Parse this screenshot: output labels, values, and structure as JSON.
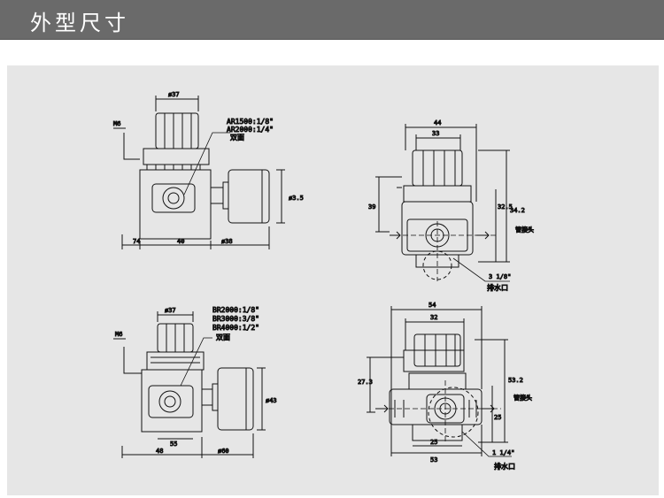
{
  "header": {
    "title": "外型尺寸"
  },
  "diagrams": {
    "tl": {
      "dim_top": "ø37",
      "dim_side": "M6",
      "label_1": "AR1500:1/8\"",
      "label_2": "AR2000:1/4\"",
      "label_3": "双面",
      "dim_right": "ø3.5",
      "dim_bottom_1": "74",
      "dim_bottom_2": "40",
      "dim_bottom_3": "ø38"
    },
    "tr": {
      "dim_top_1": "44",
      "dim_top_2": "33",
      "dim_left": "39",
      "dim_right_1": "34.2",
      "dim_right_2": "32.5",
      "label_side": "管接头",
      "dim_port": "3 1/8\"",
      "label_bottom": "排水口"
    },
    "bl": {
      "dim_top": "ø37",
      "label_1": "BR2000:1/8\"",
      "label_2": "BR3000:3/8\"",
      "label_3": "BR4000:1/2\"",
      "label_4": "双面",
      "dim_side": "M6",
      "dim_right": "ø43",
      "dim_mid": "55",
      "dim_bottom_1": "48",
      "dim_bottom_2": "ø60"
    },
    "br": {
      "dim_top_1": "54",
      "dim_top_2": "32",
      "dim_left": "27.3",
      "dim_right_1": "53.2",
      "dim_right_2": "25",
      "label_side": "管接头",
      "dim_port": "1 1/4\"",
      "dim_bottom_1": "25",
      "dim_bottom_2": "53",
      "label_bottom": "排水口"
    }
  }
}
